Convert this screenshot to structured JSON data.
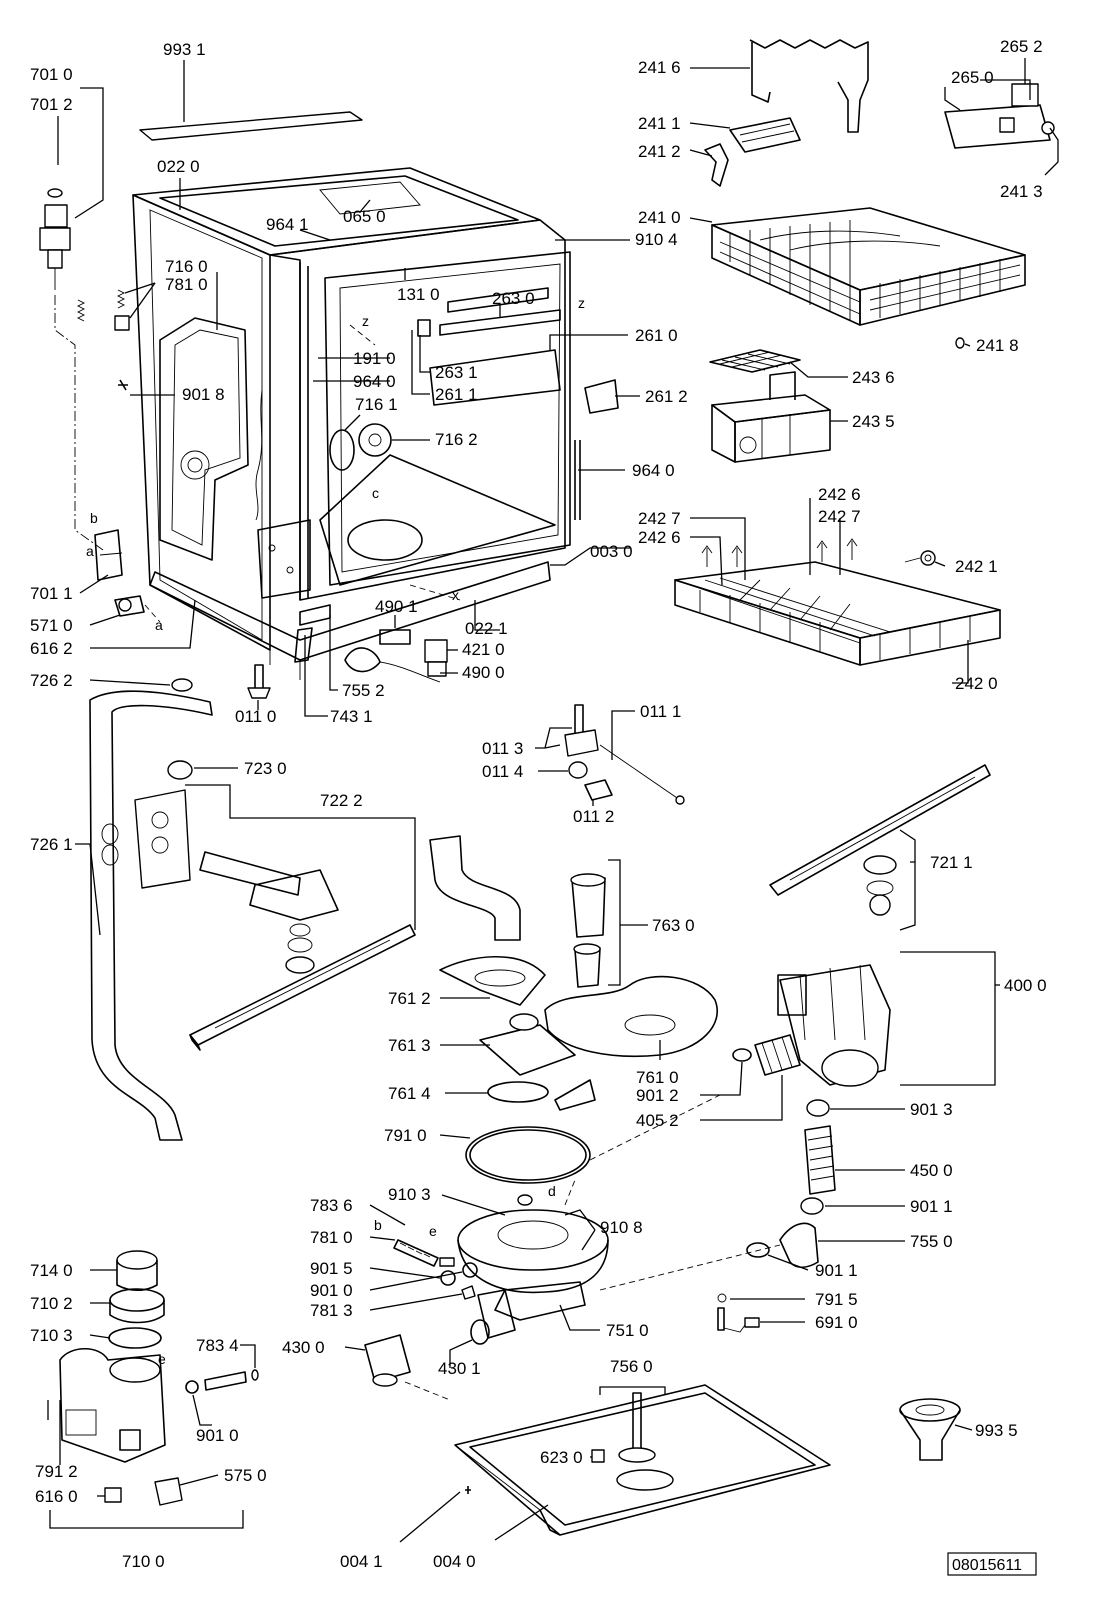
{
  "labels": {
    "l_9931": "993 1",
    "l_7010": "701 0",
    "l_7012": "701 2",
    "l_0220": "022 0",
    "l_9641": "964 1",
    "l_0650": "065 0",
    "l_9104": "910 4",
    "l_7160": "716 0",
    "l_7810a": "781 0",
    "l_1310": "131 0",
    "l_2630": "263 0",
    "l_2610": "261 0",
    "l_1910": "191 0",
    "l_2631": "263 1",
    "l_9640a": "964 0",
    "l_2611": "261 1",
    "l_9018": "901 8",
    "l_2612": "261 2",
    "l_7161": "716 1",
    "l_7162": "716 2",
    "l_9640b": "964 0",
    "l_0030": "003 0",
    "l_7011": "701 1",
    "l_4901": "490 1",
    "l_5710": "571 0",
    "l_0221": "022 1",
    "l_6162": "616 2",
    "l_4210": "421 0",
    "l_4900": "490 0",
    "l_7262": "726 2",
    "l_7552": "755 2",
    "l_0110": "011 0",
    "l_7431": "743 1",
    "l_2416": "241 6",
    "l_2652": "265 2",
    "l_2650": "265 0",
    "l_2411": "241 1",
    "l_2412": "241 2",
    "l_2413": "241 3",
    "l_2410": "241 0",
    "l_2418": "241 8",
    "l_2436": "243 6",
    "l_2435": "243 5",
    "l_2426a": "242 6",
    "l_2427a": "242 7",
    "l_2427b": "242 7",
    "l_2426b": "242 6",
    "l_2421": "242 1",
    "l_2420": "242 0",
    "l_0111": "011 1",
    "l_0113": "011 3",
    "l_0114": "011 4",
    "l_0112": "011 2",
    "l_7230": "723 0",
    "l_7222": "722 2",
    "l_7261": "726 1",
    "l_7211": "721 1",
    "l_7630": "763 0",
    "l_4000": "400 0",
    "l_7612": "761 2",
    "l_7613": "761 3",
    "l_7610": "761 0",
    "l_9012": "901 2",
    "l_7614": "761 4",
    "l_4052": "405 2",
    "l_9013": "901 3",
    "l_7910": "791 0",
    "l_4500": "450 0",
    "l_9103": "910 3",
    "l_7836": "783 6",
    "l_9108": "910 8",
    "l_9011a": "901 1",
    "l_7810b": "781 0",
    "l_7550": "755 0",
    "l_9015": "901 5",
    "l_9011b": "901 1",
    "l_9010a": "901 0",
    "l_7915": "791 5",
    "l_7813": "781 3",
    "l_7510": "751 0",
    "l_6910": "691 0",
    "l_7140": "714 0",
    "l_7102": "710 2",
    "l_7103": "710 3",
    "l_7834": "783 4",
    "l_4300": "430 0",
    "l_4301": "430 1",
    "l_7560": "756 0",
    "l_9935": "993 5",
    "l_9010b": "901 0",
    "l_7912": "791 2",
    "l_6230": "623 0",
    "l_5750": "575 0",
    "l_6160": "616 0",
    "l_7100": "710 0",
    "l_0041": "004 1",
    "l_0040": "004 0"
  },
  "letters": {
    "z1": "z",
    "z2": "z",
    "c": "c",
    "x": "x",
    "a1": "a",
    "a2": "a",
    "b1": "b",
    "b2": "b",
    "d": "d",
    "e1": "e",
    "e2": "e"
  },
  "doc_number": "08015611"
}
